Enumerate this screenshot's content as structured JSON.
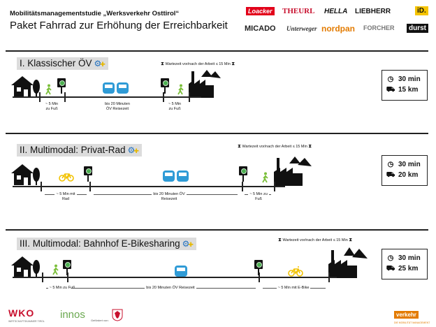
{
  "header": {
    "study_title": "Mobilitätsmanagementstudie „Werksverkehr Osttirol“",
    "subtitle": "Paket Fahrrad zur Erhöhung der Erreichbarkeit",
    "logos": {
      "loacker": "Loacker",
      "theurl": "THEURL",
      "hella": "HELLA",
      "liebherr": "LIEBHERR",
      "id": "iD.",
      "micado": "MICADO",
      "unterweger": "Unterweger",
      "nordpan": "nordpan",
      "forcher": "FORCHER",
      "durst": "durst"
    }
  },
  "sections": [
    {
      "title": "I. Klassischer ÖV",
      "wait_note": "Wartezeit vor/nach der Arbeit ≤ 15 Min",
      "duration": "30 min",
      "distance": "15 km",
      "segments": [
        {
          "line1": "~ 5 Min",
          "line2": "zu Fuß"
        },
        {
          "line1": "bis 20 Minuten",
          "line2": "ÖV Reisezeit"
        },
        {
          "line1": "~ 5 Min",
          "line2": "zu Fuß"
        }
      ]
    },
    {
      "title": "II. Multimodal: Privat-Rad",
      "wait_note": "Wartezeit vor/nach der Arbeit ≤ 15 Min",
      "duration": "30 min",
      "distance": "20 km",
      "segments": [
        {
          "line1": "~ 5 Min mit",
          "line2": "Rad"
        },
        {
          "line1": "bis 20 Minuten ÖV",
          "line2": "Reisezeit"
        },
        {
          "line1": "~ 5 Min zu",
          "line2": "Fuß"
        }
      ]
    },
    {
      "title": "III. Multimodal: Bahnhof E-Bikesharing",
      "wait_note": "Wartezeit vor/nach der Arbeit ≤ 15 Min",
      "duration": "30 min",
      "distance": "25 km",
      "segments": [
        {
          "line1": "~ 5 Min zu Fuß",
          "line2": ""
        },
        {
          "line1": "bis 20 Minuten ÖV Reisezeit",
          "line2": ""
        },
        {
          "line1": "~ 5 Min mit E-Bike",
          "line2": ""
        }
      ]
    }
  ],
  "footer": {
    "wko": "WKO",
    "wko_sub": "WIRTSCHAFTSKAMMER TIROL",
    "innos": "innos",
    "gefoerdert": "Gefördert von:",
    "verkehr": "verkehr",
    "verkehr_sub": "DIE MOBILITÄT MANAGEMENT"
  },
  "colors": {
    "ov_blue": "#2f9bd6",
    "bike_yellow": "#f2c200",
    "walk_green": "#7bbf3a",
    "stop_green": "#4caf50",
    "section_title_bg": "#dcdcdc"
  }
}
